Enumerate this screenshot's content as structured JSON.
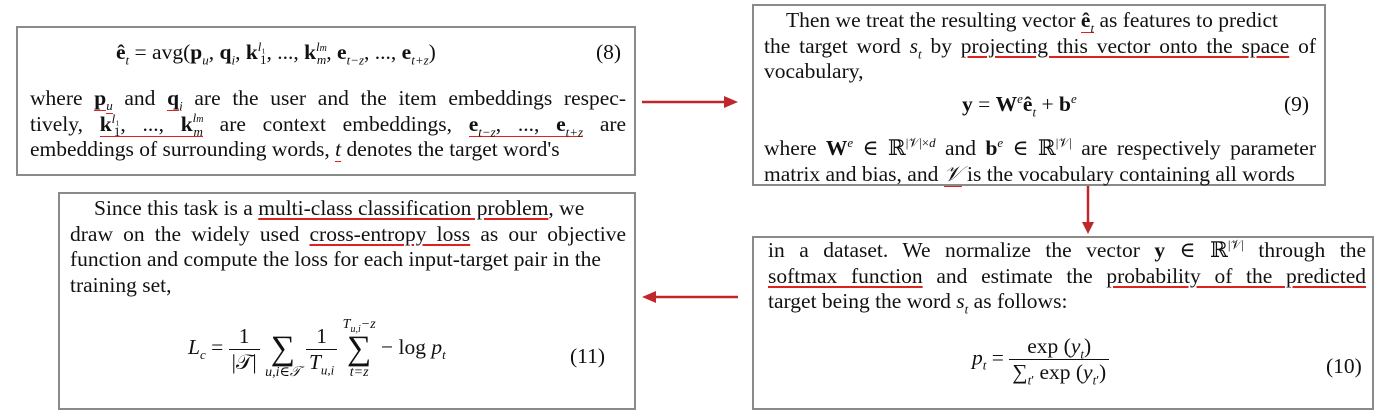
{
  "panel1": {
    "equation": "ê_t = avg(p_u, q_i, k_1^{l_1}, ..., k_m^{l_m}, e_{t−z}, ..., e_{t+z})",
    "equation_number": "(8)",
    "line1_a": "where",
    "line1_b": "and",
    "line1_c": "are the user and the item embeddings respec-",
    "line2_a": "tively,",
    "line2_b": "are context embeddings,",
    "line2_c": "are",
    "line3": "embeddings of surrounding words,",
    "line3_b": "denotes the target word's"
  },
  "panel2": {
    "line1_a": "Then we treat the resulting vector",
    "line1_b": "as features to predict",
    "line2_a": "the target word",
    "line2_b": "by",
    "line2_ul": "projecting this vector onto the space",
    "line2_c": "of",
    "line3": "vocabulary,",
    "equation_number": "(9)",
    "line4_a": "where",
    "line4_b": "and",
    "line4_c": "are respectively parameter",
    "line5_a": "matrix and bias, and",
    "line5_b": "is the vocabulary containing all words"
  },
  "panel3": {
    "line1_a": "in a dataset. We normalize the vector",
    "line1_b": "through the",
    "line2_ul": "softmax function",
    "line2_a": "and estimate the",
    "line2_ul2": "probability of the predicted",
    "line3_a": "target being the word",
    "line3_b": "as follows:",
    "equation_number": "(10)"
  },
  "panel4": {
    "line1_a": "Since this task is a",
    "line1_ul": "multi-class classification problem",
    "line1_b": ", we",
    "line2_a": "draw on the widely used",
    "line2_ul": "cross-entropy loss",
    "line2_b": "as our objective",
    "line3": "function and compute the loss for each input-target pair in the",
    "line4": "training set,",
    "equation_number": "(11)"
  },
  "colors": {
    "arrow": "#c0272d",
    "underline": "#dd2222",
    "border": "#8a8a8a"
  }
}
